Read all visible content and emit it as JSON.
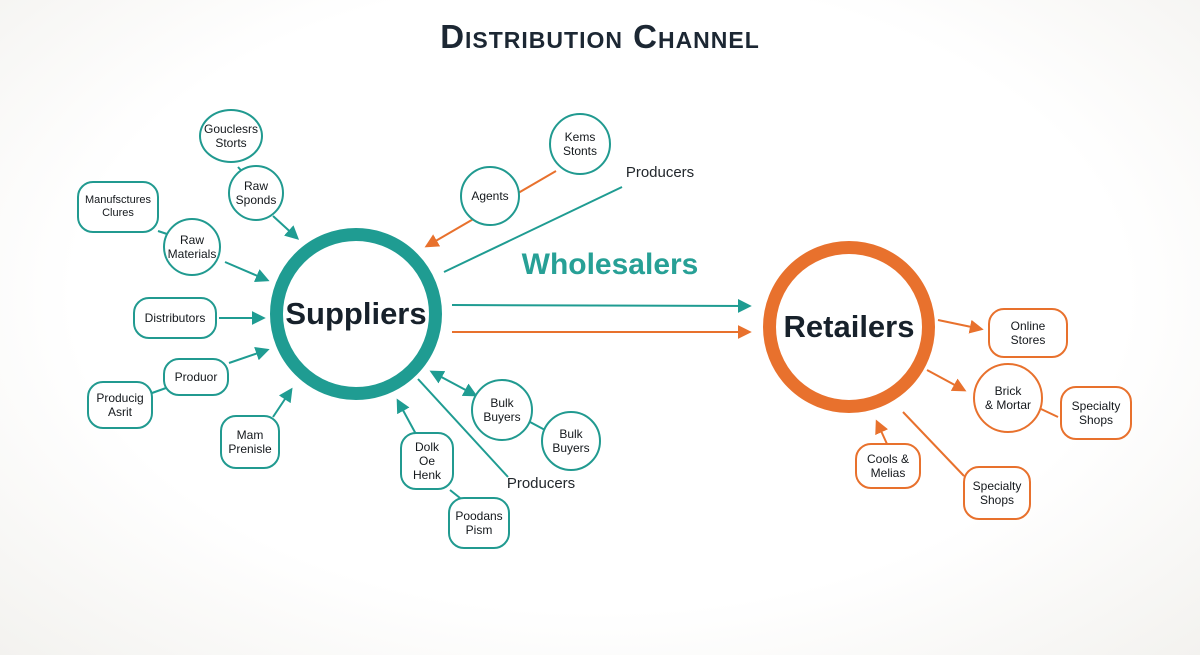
{
  "title": "Distribution Channel",
  "colors": {
    "teal": "#219a90",
    "orange": "#e8712d",
    "text": "#14181c"
  },
  "hubs": {
    "suppliers": {
      "label": "Suppliers"
    },
    "retailers": {
      "label": "Retailers"
    }
  },
  "labels": {
    "wholesalers": "Wholesalers",
    "producers_top": "Producers",
    "producers_bottom": "Producers"
  },
  "nodes": {
    "gouclesrs": {
      "label": "Gouclesrs\nStorts"
    },
    "raw_sponds": {
      "label": "Raw\nSponds"
    },
    "manufsctures": {
      "label": "Manufsctures\nClures"
    },
    "raw_materials": {
      "label": "Raw\nMaterials"
    },
    "distributors": {
      "label": "Distributors"
    },
    "produor": {
      "label": "Produor"
    },
    "producig_asrit": {
      "label": "Producig\nAsrit"
    },
    "mam_prenisle": {
      "label": "Mam\nPrenisle"
    },
    "agents": {
      "label": "Agents"
    },
    "kems_stonts": {
      "label": "Kems\nStonts"
    },
    "bulk_buyers_1": {
      "label": "Bulk\nBuyers"
    },
    "bulk_buyers_2": {
      "label": "Bulk\nBuyers"
    },
    "dolk_oe_henk": {
      "label": "Dolk\nOe\nHenk"
    },
    "poodans_pism": {
      "label": "Poodans\nPism"
    },
    "online_stores": {
      "label": "Online\nStores"
    },
    "brick_mortar": {
      "label": "Brick\n& Mortar"
    },
    "specialty_shops_right": {
      "label": "Specialty\nShops"
    },
    "cools_melias": {
      "label": "Cools &\nMelias"
    },
    "specialty_shops_bottom": {
      "label": "Specialty\nShops"
    }
  }
}
